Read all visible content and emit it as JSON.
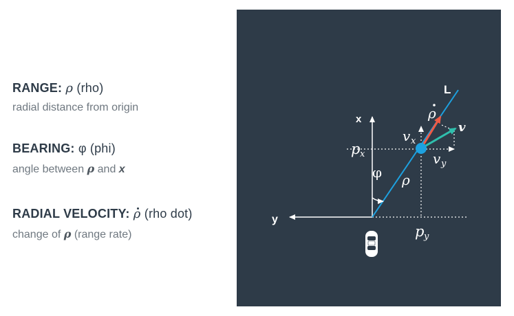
{
  "definitions": {
    "range": {
      "label": "RANGE:",
      "symbol": "ρ",
      "name": "(rho)",
      "description": "radial distance from origin"
    },
    "bearing": {
      "label": "BEARING:",
      "symbol": "φ",
      "name": "(phi)",
      "description_pre": "angle between",
      "description_symbol": "ρ",
      "description_mid": "and",
      "description_var": "x"
    },
    "radial_velocity": {
      "label": "RADIAL VELOCITY:",
      "symbol": "ρ",
      "name": "(rho dot)",
      "description_pre": "change of",
      "description_symbol": "ρ",
      "description_post": "(range rate)"
    }
  },
  "diagram": {
    "axis_x_label": "x",
    "axis_y_label": "y",
    "line_label": "L",
    "rho_label": "ρ",
    "phi_label": "φ",
    "rho_dot_label": "ρ",
    "px_label_base": "p",
    "px_label_sub": "x",
    "py_label_base": "p",
    "py_label_sub": "y",
    "vx_label_base": "v",
    "vx_label_sub": "x",
    "vy_label_base": "v",
    "vy_label_sub": "y",
    "v_label": "v",
    "colors": {
      "background": "#2e3b48",
      "line": "#1da1e0",
      "object": "#1da1e0",
      "rho_dot_arrow": "#ef5a45",
      "velocity_arrow": "#2fbfad",
      "axes": "#ffffff"
    }
  }
}
